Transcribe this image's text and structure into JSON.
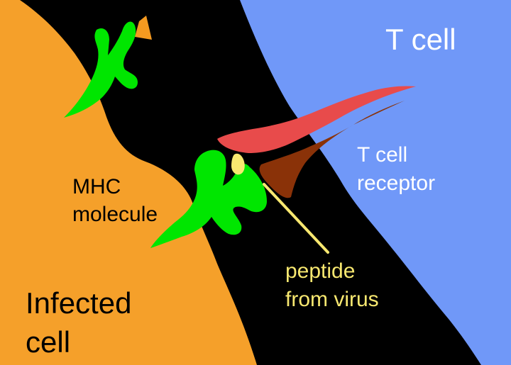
{
  "colors": {
    "background": "#000000",
    "infected_cell": "#F5A02A",
    "t_cell": "#7098F8",
    "mhc": "#00E600",
    "t_cell_receptor_alpha": "#E84B4B",
    "t_cell_receptor_beta": "#8A3208",
    "peptide": "#F8E870",
    "small_peptide": "#F59A20",
    "label_white": "#FFFFFF",
    "label_black": "#000000",
    "pointer_line": "#F8E870"
  },
  "labels": {
    "t_cell": "T cell",
    "t_cell_receptor_line1": "T cell",
    "t_cell_receptor_line2": "receptor",
    "mhc_line1": "MHC",
    "mhc_line2": "molecule",
    "peptide_line1": "peptide",
    "peptide_line2": "from virus",
    "infected_line1": "Infected",
    "infected_line2": "cell"
  }
}
